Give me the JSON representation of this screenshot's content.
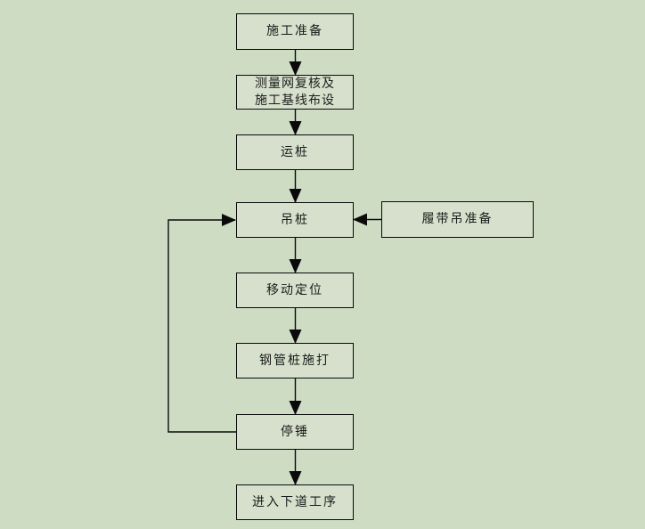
{
  "diagram": {
    "type": "flowchart",
    "colors": {
      "background": "#cedcc4",
      "node_fill": "#d6e0cc",
      "line": "#0a0a0a",
      "text": "#1c1c1c"
    },
    "nodes": [
      {
        "id": "start",
        "label": "施工准备"
      },
      {
        "id": "survey",
        "label": "测量网复核及施工基线布设"
      },
      {
        "id": "transport",
        "label": "运桩"
      },
      {
        "id": "lift",
        "label": "吊桩"
      },
      {
        "id": "crane",
        "label": "履带吊准备"
      },
      {
        "id": "position",
        "label": "移动定位"
      },
      {
        "id": "drive",
        "label": "钢管桩施打"
      },
      {
        "id": "stop",
        "label": "停锤"
      },
      {
        "id": "next",
        "label": "进入下道工序"
      }
    ],
    "edges": [
      {
        "from": "start",
        "to": "survey"
      },
      {
        "from": "survey",
        "to": "transport"
      },
      {
        "from": "transport",
        "to": "lift"
      },
      {
        "from": "crane",
        "to": "lift"
      },
      {
        "from": "lift",
        "to": "position"
      },
      {
        "from": "position",
        "to": "drive"
      },
      {
        "from": "drive",
        "to": "stop"
      },
      {
        "from": "stop",
        "to": "next"
      },
      {
        "from": "stop",
        "to": "lift",
        "type": "feedback-loop"
      }
    ]
  }
}
